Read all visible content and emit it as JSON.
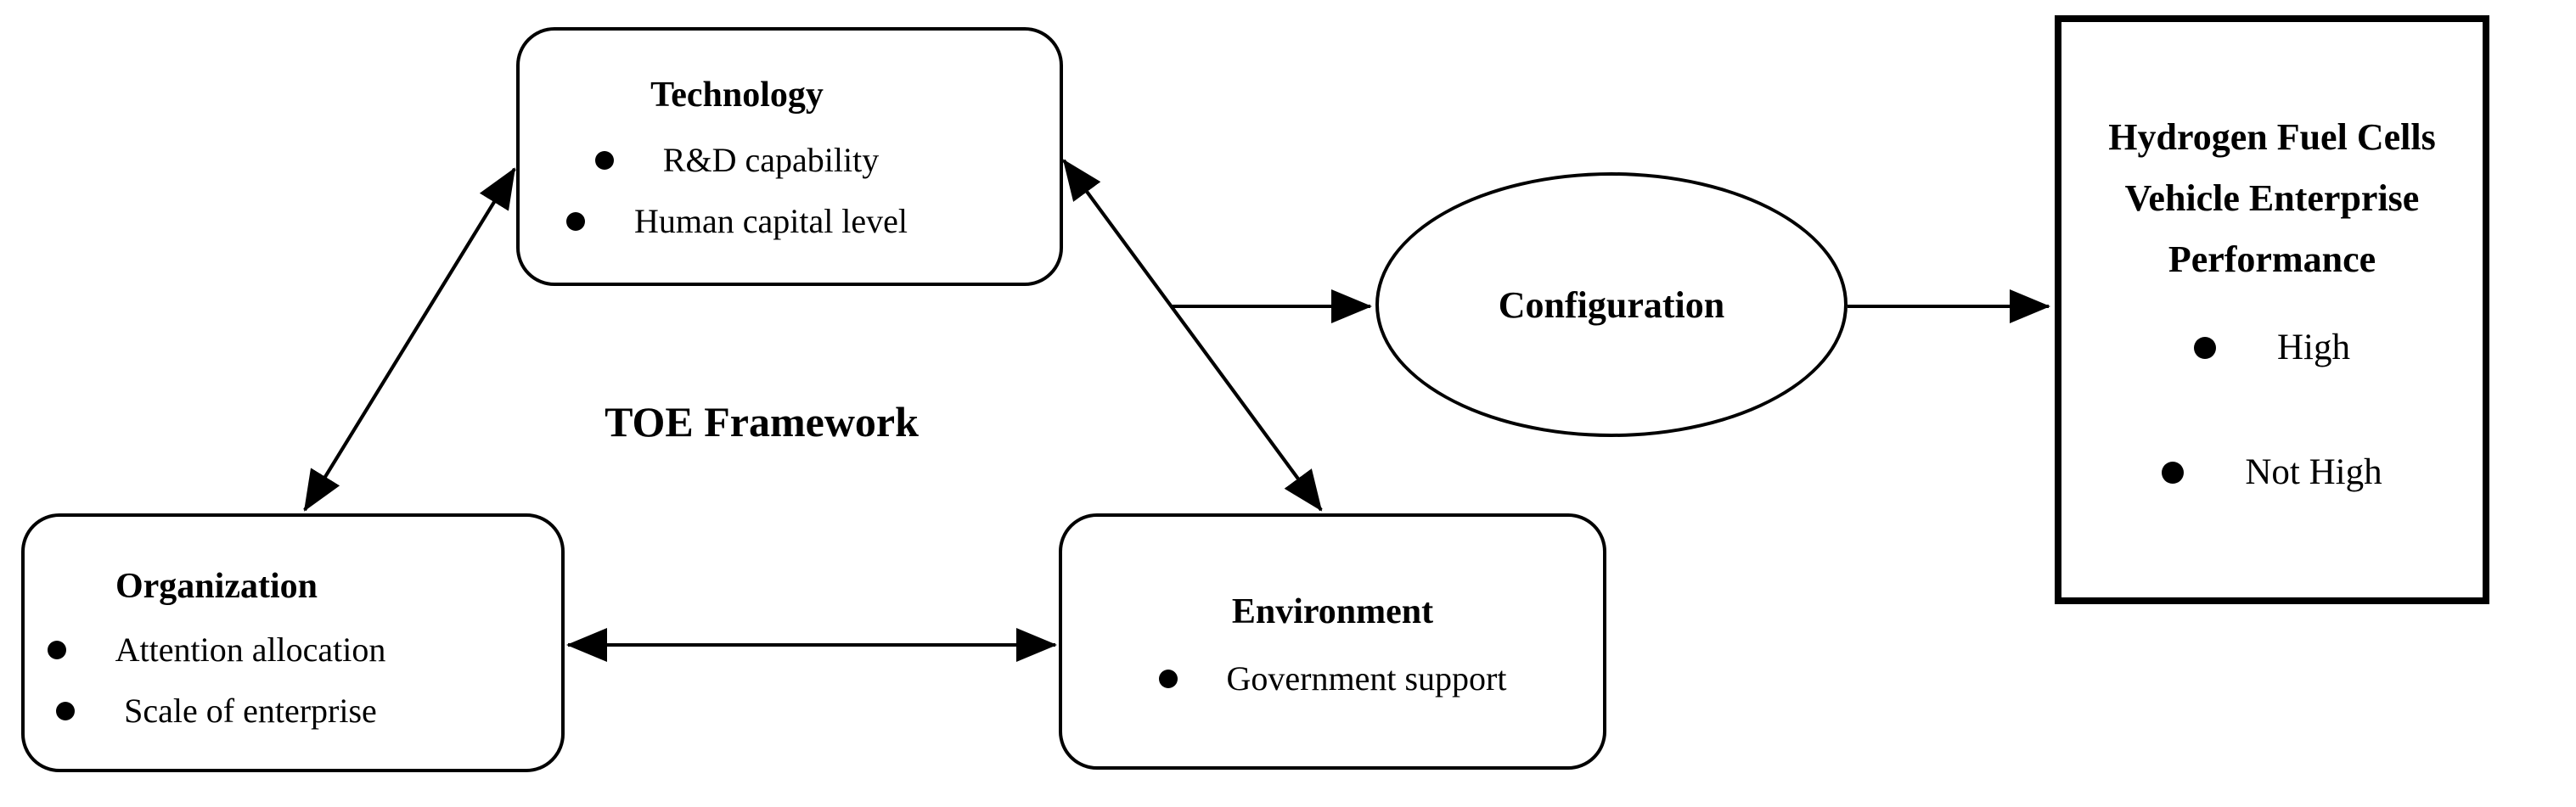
{
  "diagram": {
    "framework_label": "TOE Framework",
    "nodes": {
      "technology": {
        "title": "Technology",
        "items": [
          "R&D capability",
          "Human capital level"
        ]
      },
      "organization": {
        "title": "Organization",
        "items": [
          "Attention allocation",
          "Scale of enterprise"
        ]
      },
      "environment": {
        "title": "Environment",
        "items": [
          "Government support"
        ]
      },
      "configuration": {
        "title": "Configuration"
      },
      "performance": {
        "title": "Hydrogen Fuel Cells Vehicle Enterprise Performance",
        "title_lines": [
          "Hydrogen Fuel Cells",
          "Vehicle Enterprise",
          "Performance"
        ],
        "items": [
          "High",
          "Not High"
        ]
      }
    },
    "connections": [
      "technology-organization bidirectional",
      "technology-environment bidirectional",
      "organization-environment bidirectional",
      "toe-framework to configuration",
      "configuration to performance"
    ],
    "colors": {
      "line": "#000000",
      "text": "#000000",
      "background": "#ffffff"
    }
  }
}
